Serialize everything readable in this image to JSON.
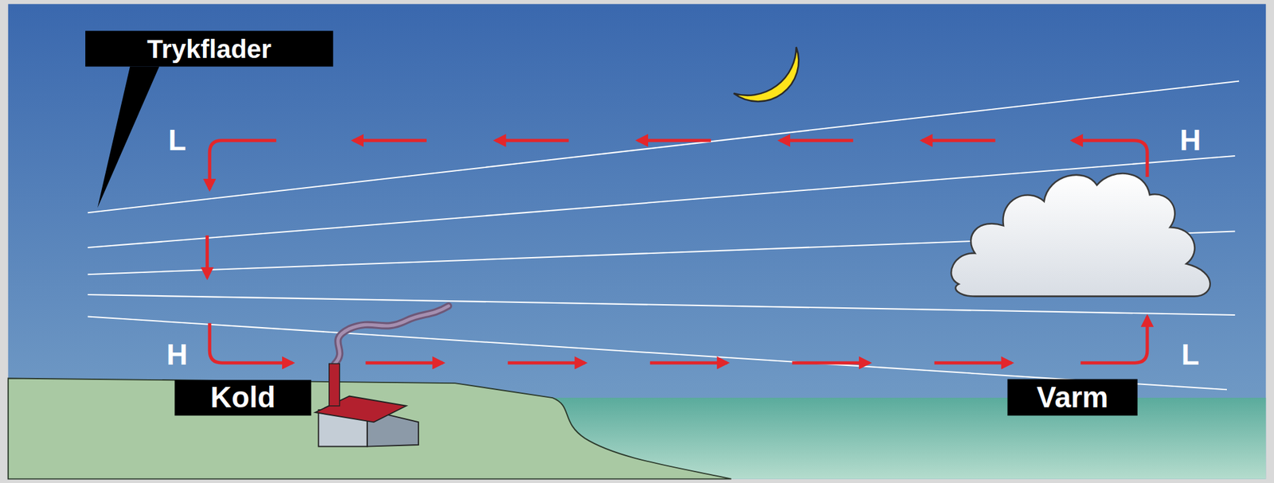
{
  "diagram": {
    "labels": [
      "Trykflader",
      "L",
      "H",
      "H",
      "L",
      "Kold",
      "Varm"
    ]
  }
}
